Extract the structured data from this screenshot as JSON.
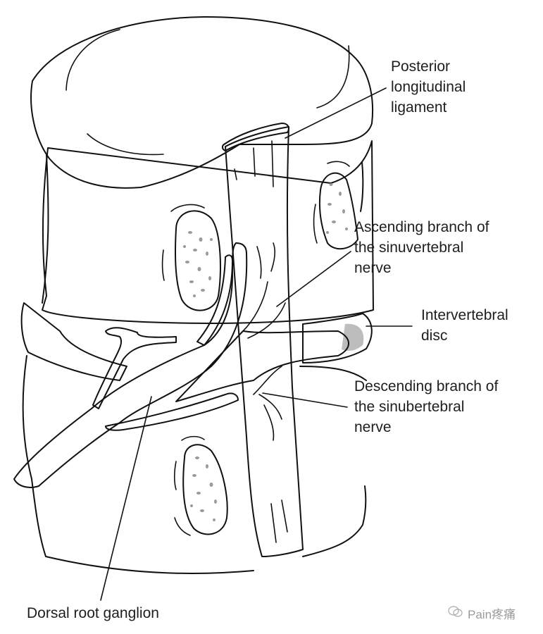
{
  "diagram": {
    "subject": "Lumbar vertebrae with sinuvertebral nerve innervation",
    "labels": {
      "posterior_longitudinal_ligament": "Posterior\nlongitudinal\nligament",
      "ascending_branch": "Ascending branch of\nthe sinuvertebral\nnerve",
      "intervertebral_disc": "Intervertebral\ndisc",
      "descending_branch": "Descending branch of\nthe sinubertebral\nnerve",
      "dorsal_root_ganglion": "Dorsal root ganglion"
    },
    "colors": {
      "vertebra_endplate": "#e6e6e6",
      "disc": "#dcdcdc",
      "ligament": "#b8b8b8",
      "nerve_root": "#7a7a7a",
      "bone_speckle": "#9a9a9a",
      "outline": "#111111"
    }
  },
  "watermark": {
    "icon": "wechat-icon",
    "text": "Pain疼痛"
  }
}
